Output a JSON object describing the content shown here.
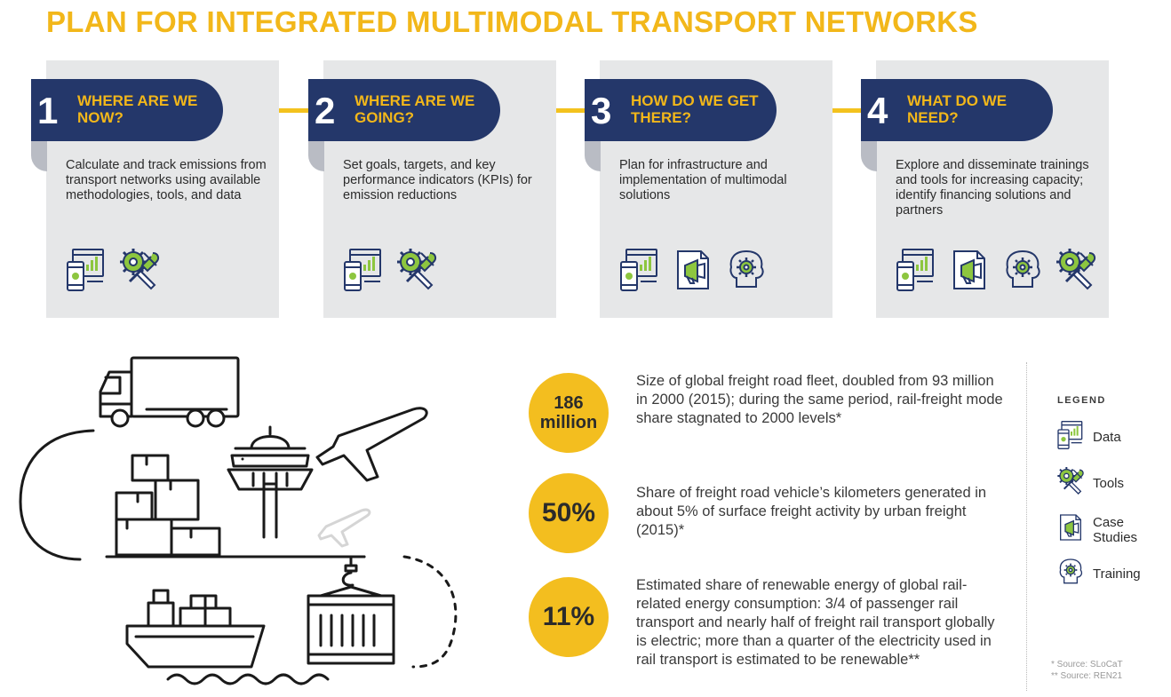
{
  "title": "PLAN FOR INTEGRATED MULTIMODAL TRANSPORT NETWORKS",
  "colors": {
    "navy": "#24376a",
    "yellow": "#f2b71a",
    "card_bg": "#e6e7e8",
    "green": "#8dc63f"
  },
  "steps": [
    {
      "number": "1",
      "question": "WHERE ARE WE NOW?",
      "description": "Calculate and track emissions from transport networks using available methodologies, tools, and data",
      "icons": [
        "data-icon",
        "tools-icon"
      ]
    },
    {
      "number": "2",
      "question": "WHERE ARE WE GOING?",
      "description": "Set goals, targets, and key performance indicators (KPIs) for emission reductions",
      "icons": [
        "data-icon",
        "tools-icon"
      ]
    },
    {
      "number": "3",
      "question": "HOW DO WE GET THERE?",
      "description": "Plan for infrastructure and implementation of multimodal solutions",
      "icons": [
        "data-icon",
        "case-studies-icon",
        "training-icon"
      ]
    },
    {
      "number": "4",
      "question": "WHAT DO WE NEED?",
      "description": "Explore and disseminate trainings and tools for increasing capacity; identify financing solutions and partners",
      "icons": [
        "data-icon",
        "case-studies-icon",
        "training-icon",
        "tools-icon"
      ]
    }
  ],
  "stats": [
    {
      "value": "186 million",
      "text": "Size of global freight road fleet, doubled from 93 million in 2000 (2015); during the same period, rail-freight mode share stagnated to 2000 levels*"
    },
    {
      "value": "50%",
      "text": "Share of freight road vehicle’s kilometers generated in about 5% of surface freight activity by urban freight (2015)*"
    },
    {
      "value": "11%",
      "text": "Estimated share of renewable energy of global rail-related energy consumption: 3/4 of passenger rail transport and nearly half of freight rail transport globally is electric; more than a quarter of the electricity used in rail transport is estimated to be renewable**"
    }
  ],
  "legend": {
    "title": "LEGEND",
    "items": [
      {
        "icon": "data-icon",
        "label": "Data"
      },
      {
        "icon": "tools-icon",
        "label": "Tools"
      },
      {
        "icon": "case-studies-icon",
        "label": "Case Studies"
      },
      {
        "icon": "training-icon",
        "label": "Training"
      }
    ]
  },
  "sources": [
    "* Source: SLoCaT",
    "** Source: REN21"
  ]
}
